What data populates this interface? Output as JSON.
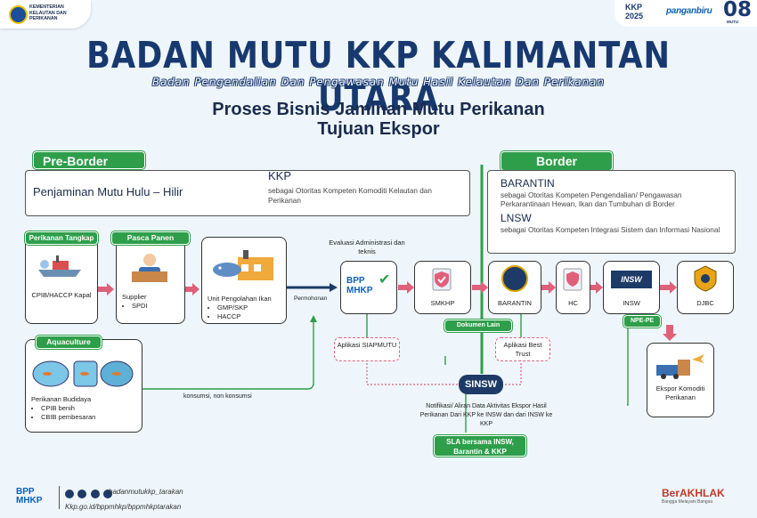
{
  "header": {
    "ministry_logo_text": "KEMENTERIAN KELAUTAN DAN PERIKANAN",
    "kkp_badge": "KKP 2025",
    "pangan_badge": "panganbiru",
    "anniversary_number": "08",
    "anniversary_sub": "MUTU"
  },
  "titles": {
    "main": "BADAN MUTU KKP KALIMANTAN UTARA",
    "subtitle": "Badan Pengendalian Dan Pengawasan Mutu Hasil Kelautan Dan Perikanan",
    "process_line1": "Proses Bisnis Jaminan Mutu Perikanan",
    "process_line2": "Tujuan Ekspor"
  },
  "pre_border": {
    "tag": "Pre-Border",
    "left_text": "Penjaminan Mutu Hulu – Hilir",
    "kkp_title": "KKP",
    "kkp_desc": "sebagai Otoritas Kompeten Komoditi Kelautan dan Perikanan"
  },
  "border": {
    "tag": "Border",
    "barantin_title": "BARANTIN",
    "barantin_desc": "sebagai Otoritas Kompeten Pengendalian/ Pengawasan Perkarantinaan Hewan, Ikan dan Tumbuhan di Border",
    "lnsw_title": "LNSW",
    "lnsw_desc": "sebagai Otoritas Kompeten Integrasi Sistem dan Informasi Nasional"
  },
  "flow": {
    "perikanan_tangkap": {
      "tag": "Perikanan Tangkap",
      "caption": "CPIB/HACCP Kapal"
    },
    "pasca_panen": {
      "tag": "Pasca Panen",
      "caption": "Supplier",
      "bullets": [
        "SPDI"
      ]
    },
    "upi": {
      "caption": "Unit Pengolahan Ikan",
      "bullets": [
        "GMP/SKP",
        "HACCP"
      ]
    },
    "evaluasi": "Evaluasi Administrasi dan teknis",
    "permohonan": "Permohonan",
    "bpp_mhkp": "BPP MHKP",
    "smkhp": "SMKHP",
    "barantin": "BARANTIN",
    "hc": "HC",
    "insw": "INSW",
    "djbc": "DJBC",
    "dokumen_lain": "Dokumen Lain",
    "npe_pe": "NPE-PE",
    "ekspor": "Ekspor Komoditi Perikanan",
    "aplikasi_siapmutu": "Aplikasi SIAPMUTU",
    "aplikasi_best_trust": "Aplikasi Best Trust",
    "sinsw": "SINSW",
    "notifikasi": "Notifikasi/ Aliran Data Aktivitas Ekspor Hasil Perikanan Dari KKP ke INSW dan dari INSW ke KKP",
    "sla": "SLA bersama INSW, Barantin & KKP",
    "aquaculture": {
      "tag": "Aquaculture",
      "caption": "Perikanan Budidaya",
      "bullets": [
        "CPIB benih",
        "CBIB pembesaran"
      ]
    },
    "konsumsi": "konsumsi, non konsumsi"
  },
  "footer": {
    "bpp": "BPP",
    "mhkp": "MHKP",
    "handle": "badanmutukkp_tarakan",
    "url": "Kkp.go.id/bppmhkp/bppmhkptarakan",
    "berakhlak": "BerAKHLAK",
    "berakhlak_sub": "Bangga Melayani Bangsa"
  },
  "colors": {
    "navy": "#18396f",
    "green": "#2e9e4a",
    "pink": "#e0607a",
    "sinsw": "#1e3a66"
  }
}
